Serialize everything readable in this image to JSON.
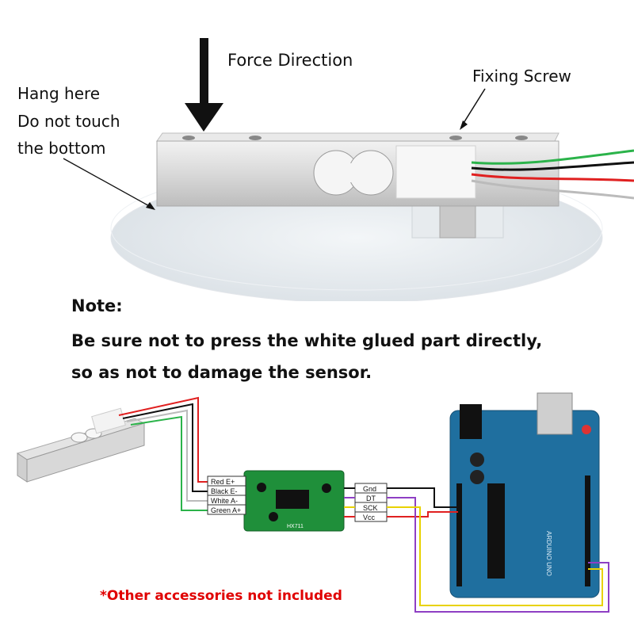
{
  "top_labels": {
    "force_direction": "Force Direction",
    "fixing_screw": "Fixing Screw",
    "hang_line1": "Hang here",
    "hang_line2": "Do not touch",
    "hang_line3": "the bottom"
  },
  "note": {
    "heading": "Note:",
    "line1": "Be sure not to press the white glued part directly,",
    "line2": "so as not to damage the sensor."
  },
  "wiring": {
    "load_cell_pins": [
      "Red E+",
      "Black E-",
      "White A-",
      "Green A+"
    ],
    "module_pins": [
      "Gnd",
      "DT",
      "SCK",
      "Vcc"
    ],
    "module_name": "HX711"
  },
  "arduino": {
    "label": "ARDUINO UNO"
  },
  "footer_note": "*Other accessories not included",
  "colors": {
    "wire_red": "#e02020",
    "wire_black": "#111111",
    "wire_white": "#bbbbbb",
    "wire_green": "#2bb34a",
    "wire_yellow": "#e8d200",
    "wire_purple": "#8e3fc4",
    "arduino_blue": "#1f6f9f",
    "module_green": "#1f8f3a",
    "warning_red": "#e00000"
  }
}
